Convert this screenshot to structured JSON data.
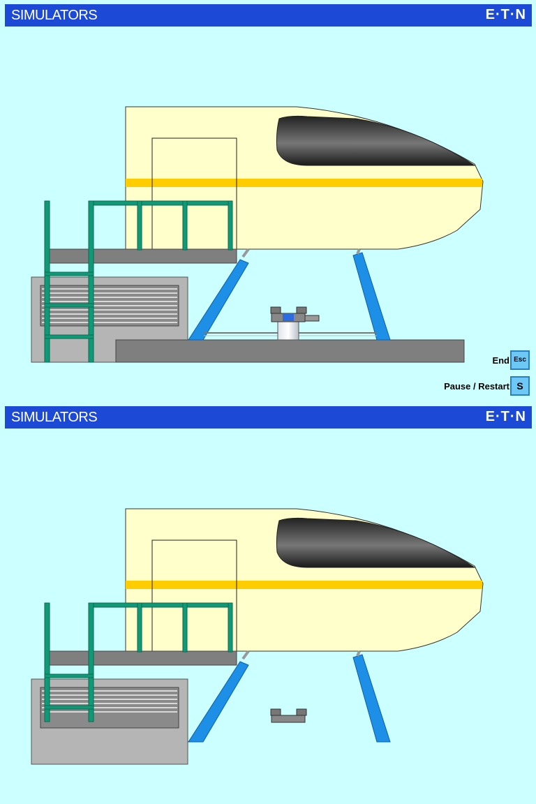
{
  "frames": [
    {
      "title": "SIMULATORS",
      "logo": "E·T·N",
      "controls": {
        "end_label": "End",
        "end_key": "Esc",
        "pause_label": "Pause / Restart",
        "pause_key": "S"
      }
    },
    {
      "title": "SIMULATORS",
      "logo": "E·T·N"
    }
  ],
  "colors": {
    "title_bar": "#1c49d6",
    "background": "#ccffff",
    "cockpit_body": "#ffffcc",
    "stripe": "#ffcc00",
    "actuator": "#1e8fe6",
    "railing": "#119977",
    "platform": "#7f7f7f"
  },
  "icons": [
    "eaton-logo",
    "esc-key-icon",
    "s-key-icon"
  ]
}
